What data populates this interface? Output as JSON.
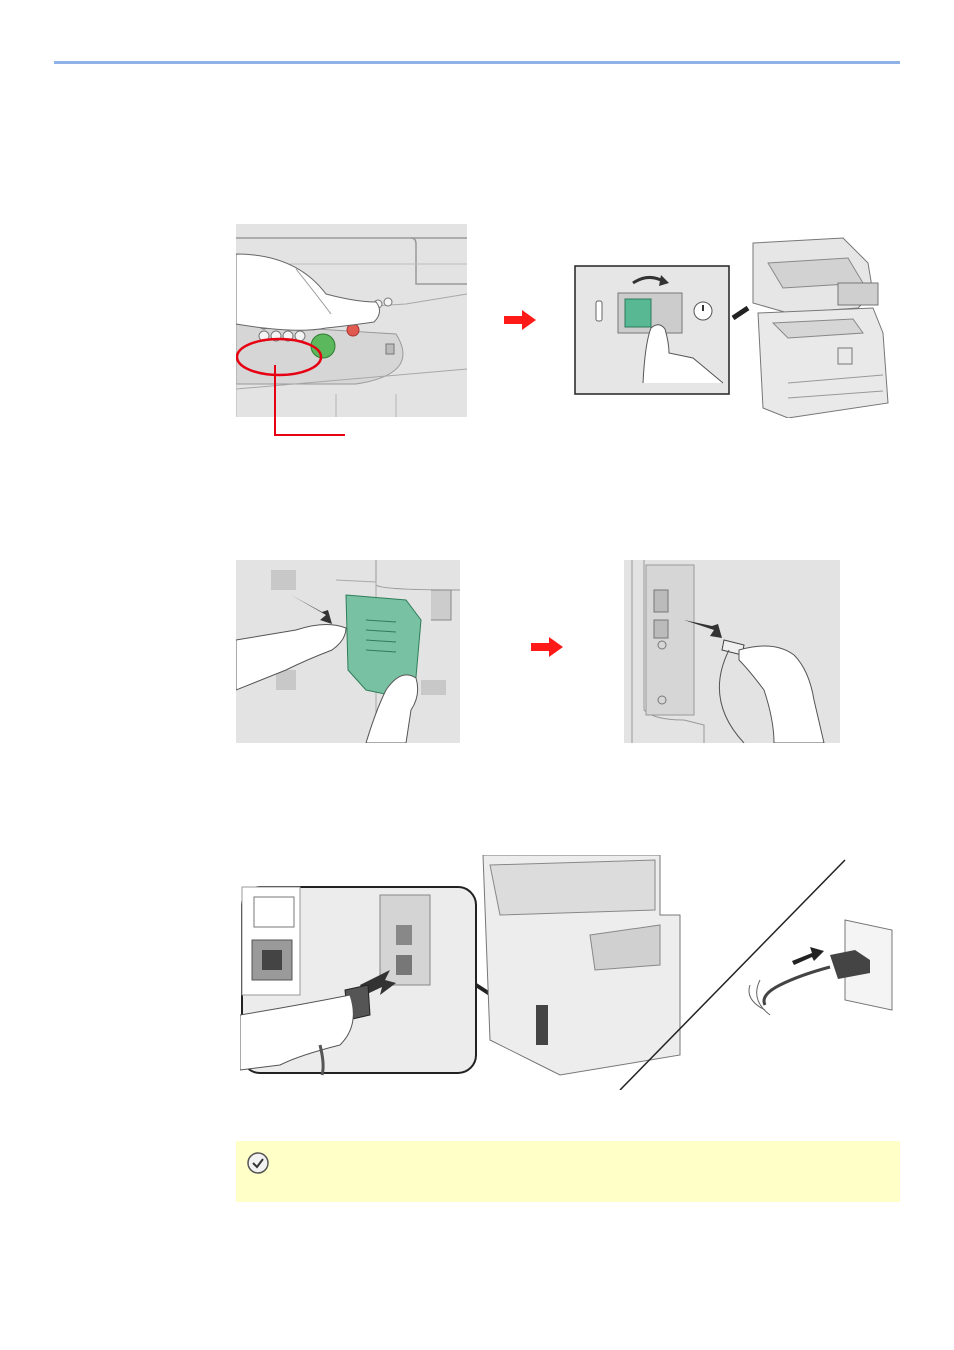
{
  "page": {
    "header_rule_color": "#8fb3e8",
    "accent_arrow_color": "#ff0000",
    "panel_color": "#e6e6e6",
    "cover_color": "#79c1a3",
    "switch_color": "#58b894",
    "start_button_color": "#5cb85c",
    "stop_button_color": "#e05a4f"
  },
  "figures": [
    {
      "id": "power-off-figure",
      "icons": [
        "operation-panel",
        "power-key",
        "hand",
        "power-switch",
        "printer"
      ]
    },
    {
      "id": "usb-connect-figure",
      "icons": [
        "interface-cover",
        "hand",
        "usb-port",
        "usb-cable"
      ]
    },
    {
      "id": "power-cord-figure",
      "icons": [
        "power-socket",
        "power-cord",
        "printer-rear",
        "wall-outlet"
      ]
    }
  ],
  "note": {
    "icon": "check-icon",
    "color": "#ffffc8"
  }
}
